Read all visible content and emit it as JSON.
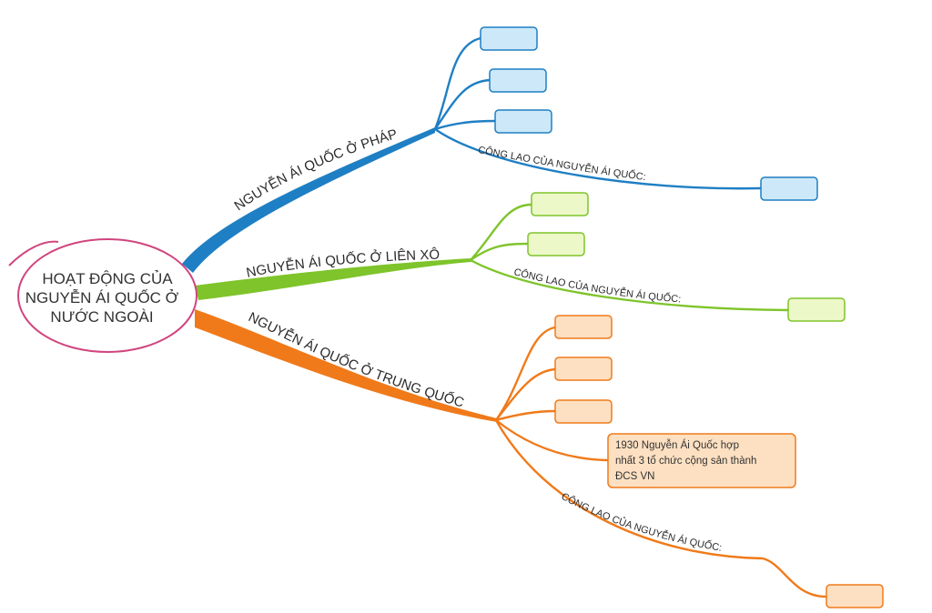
{
  "center": {
    "lines": [
      "HOẠT ĐỘNG CỦA",
      "NGUYỄN ÁI QUỐC Ở",
      "NƯỚC NGOÀI"
    ],
    "color": "#d0457e"
  },
  "branches": {
    "phap": {
      "label": "NGUYỄN ÁI QUỐC Ở PHÁP",
      "sub_label": "CÔNG LAO CỦA NGUYỄN ÁI QUỐC:",
      "color": "#1f7fc4",
      "box_fill": "#cde9f9"
    },
    "lienxo": {
      "label": "NGUYỄN ÁI QUỐC Ở LIÊN XÔ",
      "sub_label": "CÔNG LAO CỦA NGUYỄN ÁI QUỐC:",
      "color": "#7ec42a",
      "box_fill": "#ecf8c8"
    },
    "trungquoc": {
      "label": "NGUYỄN ÁI QUỐC Ở TRUNG QUỐC",
      "sub_label": "CÔNG LAO CỦA NGUYỄN ÁI QUỐC:",
      "color": "#f07a1a",
      "box_fill": "#fde0c2",
      "note": {
        "lines": [
          "1930 Nguyễn Ái Quốc hợp",
          "nhất 3 tổ chức cộng sản thành",
          "ĐCS VN"
        ]
      }
    }
  }
}
